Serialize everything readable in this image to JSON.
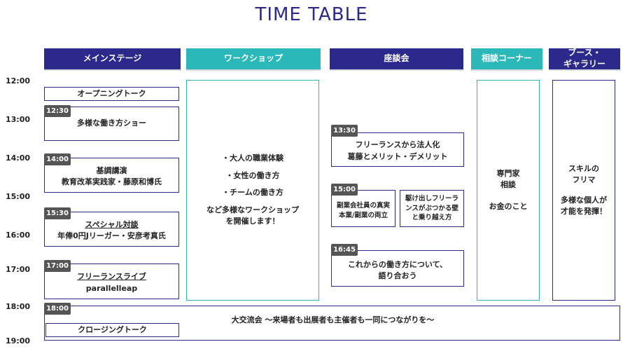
{
  "title": "TIME TABLE",
  "times": [
    "12:00",
    "13:00",
    "14:00",
    "15:00",
    "16:00",
    "17:00",
    "18:00",
    "19:00"
  ],
  "headers": {
    "main_stage": "メインステージ",
    "workshop": "ワークショップ",
    "zadankai": "座談会",
    "consult": "相談コーナー",
    "booth_line1": "ブース・",
    "booth_line2": "ギャラリー"
  },
  "main": {
    "opening": "オープニングトーク",
    "s1_time": "12:30",
    "s1_title": "多様な働き方ショー",
    "s2_time": "14:00",
    "s2_title": "基調講演",
    "s2_sub": "教育改革実践家・藤原和博氏",
    "s3_time": "15:30",
    "s3_title": "スペシャル対談",
    "s3_sub": "年俸0円Jリーガー・安彦考真氏",
    "s4_time": "17:00",
    "s4_title": "フリーランスライブ",
    "s4_sub": "parallelleap"
  },
  "workshop": {
    "item1": "・大人の職業体験",
    "item2": "・女性の働き方",
    "item3": "・チームの働き方",
    "note1": "など多様なワークショップ",
    "note2": "を開催します！"
  },
  "zadankai": {
    "z1_time": "13:30",
    "z1_line1": "フリーランスから法人化",
    "z1_line2": "葛藤とメリット・デメリット",
    "z2_time": "15:00",
    "z2a_line1": "副業会社員の真実",
    "z2a_line2": "本業/副業の両立",
    "z2b_line1": "駆け出しフリーラ",
    "z2b_line2": "ンスがぶつかる壁",
    "z2b_line3": "と乗り越え方",
    "z3_time": "16:45",
    "z3_line1": "これからの働き方について、",
    "z3_line2": "語り合おう"
  },
  "consult": {
    "line1": "専門家",
    "line2": "相談",
    "line3": "お金のこと"
  },
  "booth": {
    "line1": "スキルの",
    "line2": "フリマ",
    "line3": "多様な個人が",
    "line4": "才能を発揮！"
  },
  "evening": {
    "time": "18:00",
    "exchange": "大交流会 〜来場者も出展者も主催者も一同につながりを〜",
    "closing": "クロージングトーク"
  },
  "colors": {
    "navy": "#2b2a8c",
    "teal": "#2bb8b8",
    "tag": "#555555"
  }
}
